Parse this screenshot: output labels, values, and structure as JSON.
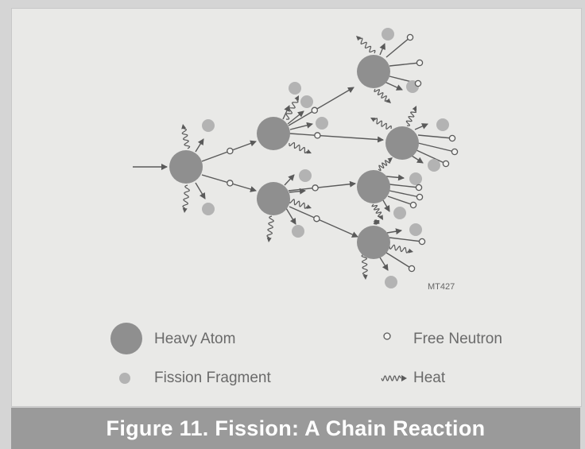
{
  "diagram": {
    "code": "MT427"
  },
  "legend": {
    "heavy_atom": "Heavy Atom",
    "free_neutron": "Free Neutron",
    "fission_fragment": "Fission Fragment",
    "heat": "Heat"
  },
  "caption": "Figure 11.  Fission: A Chain Reaction",
  "colors": {
    "atom": "#8f8f8f",
    "fragment": "#b3b3b3",
    "line": "#5a5a5a",
    "caption_bar": "#9a9a9a",
    "panel": "#e9e9e7"
  }
}
